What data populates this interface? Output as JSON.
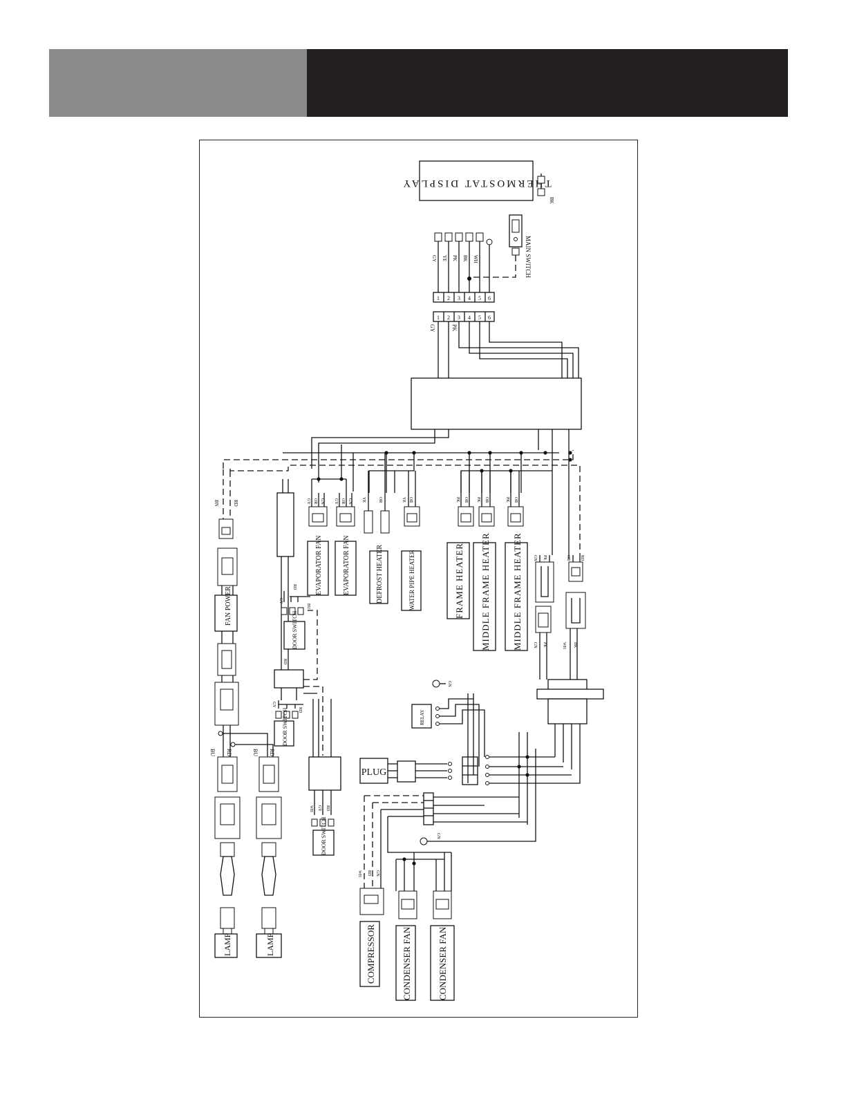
{
  "header": {
    "left_color": "#8a8a8a",
    "right_color": "#231f20"
  },
  "components": {
    "thermostat_display": "THERMOSTAT DISPLAY",
    "main_switch": "MAIN SWITCH",
    "evaporator_fan_1": "EVAPORATOR FAN",
    "evaporator_fan_2": "EVAPORATOR FAN",
    "defrost_heater": "DEFROST HEATER",
    "water_pipe_heater": "WATER PIPE HEATER",
    "frame_heater": "FRAME HEATER",
    "middle_frame_heater_1": "MIDDLE FRAME HEATER",
    "middle_frame_heater_2": "MIDDLE FRAME HEATER",
    "fan_power": "FAN POWER",
    "door_switch_1": "DOOR SWITCH",
    "door_switch_2": "DOOR SWITCH",
    "door_switch_3": "DOOR SWITCH",
    "relay": "RELAY",
    "plug": "PLUG",
    "compressor": "COMPRESSOR",
    "condenser_fan_1": "CONDENSER FAN",
    "condenser_fan_2": "CONDENSER FAN",
    "lamp_1": "LAMP",
    "lamp_2": "LAMP"
  },
  "terminals_upper": [
    "1",
    "2",
    "3",
    "4",
    "5",
    "6"
  ],
  "terminals_lower": [
    "1",
    "2",
    "3",
    "4",
    "5",
    "6"
  ],
  "wire_colors": {
    "gy": "GY",
    "ye": "YE",
    "pk": "PK",
    "bk": "BK",
    "wh": "WH",
    "bu": "BU",
    "rd": "RD",
    "gn": "GN",
    "or": "OR",
    "bn": "BN"
  }
}
